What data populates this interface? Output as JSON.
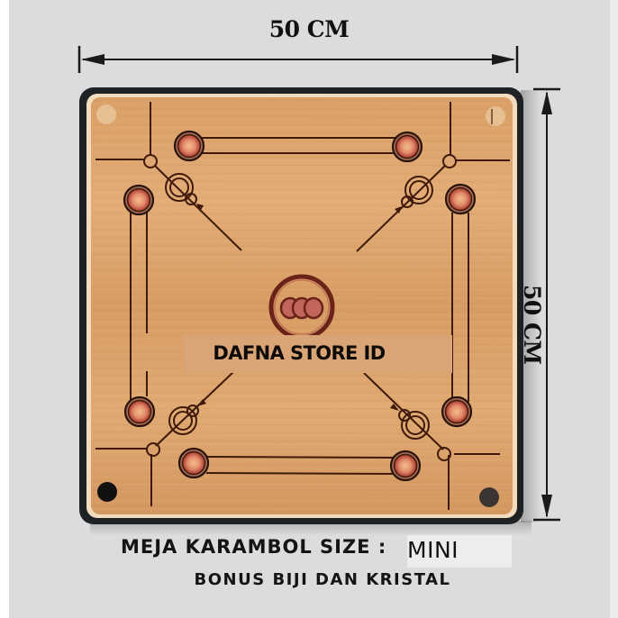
{
  "dimensions": {
    "width_label": "50 CM",
    "height_label": "50 CM"
  },
  "board": {
    "brand_label": "DAFNA STORE ID",
    "colors": {
      "frame": "#1e2224",
      "wood": "#d49a62",
      "wood_light": "#e0ad78",
      "line": "#4a1e0c",
      "circle_fill": "#b5473a",
      "circle_center": "#f0b27c",
      "pocket": "#111111"
    }
  },
  "caption": {
    "title_prefix": "MEJA KARAMBOL SIZE :",
    "size_value": "MINI",
    "subtitle": "BONUS BIJI DAN KRISTAL"
  },
  "colors": {
    "background": "#dcdbdd"
  }
}
